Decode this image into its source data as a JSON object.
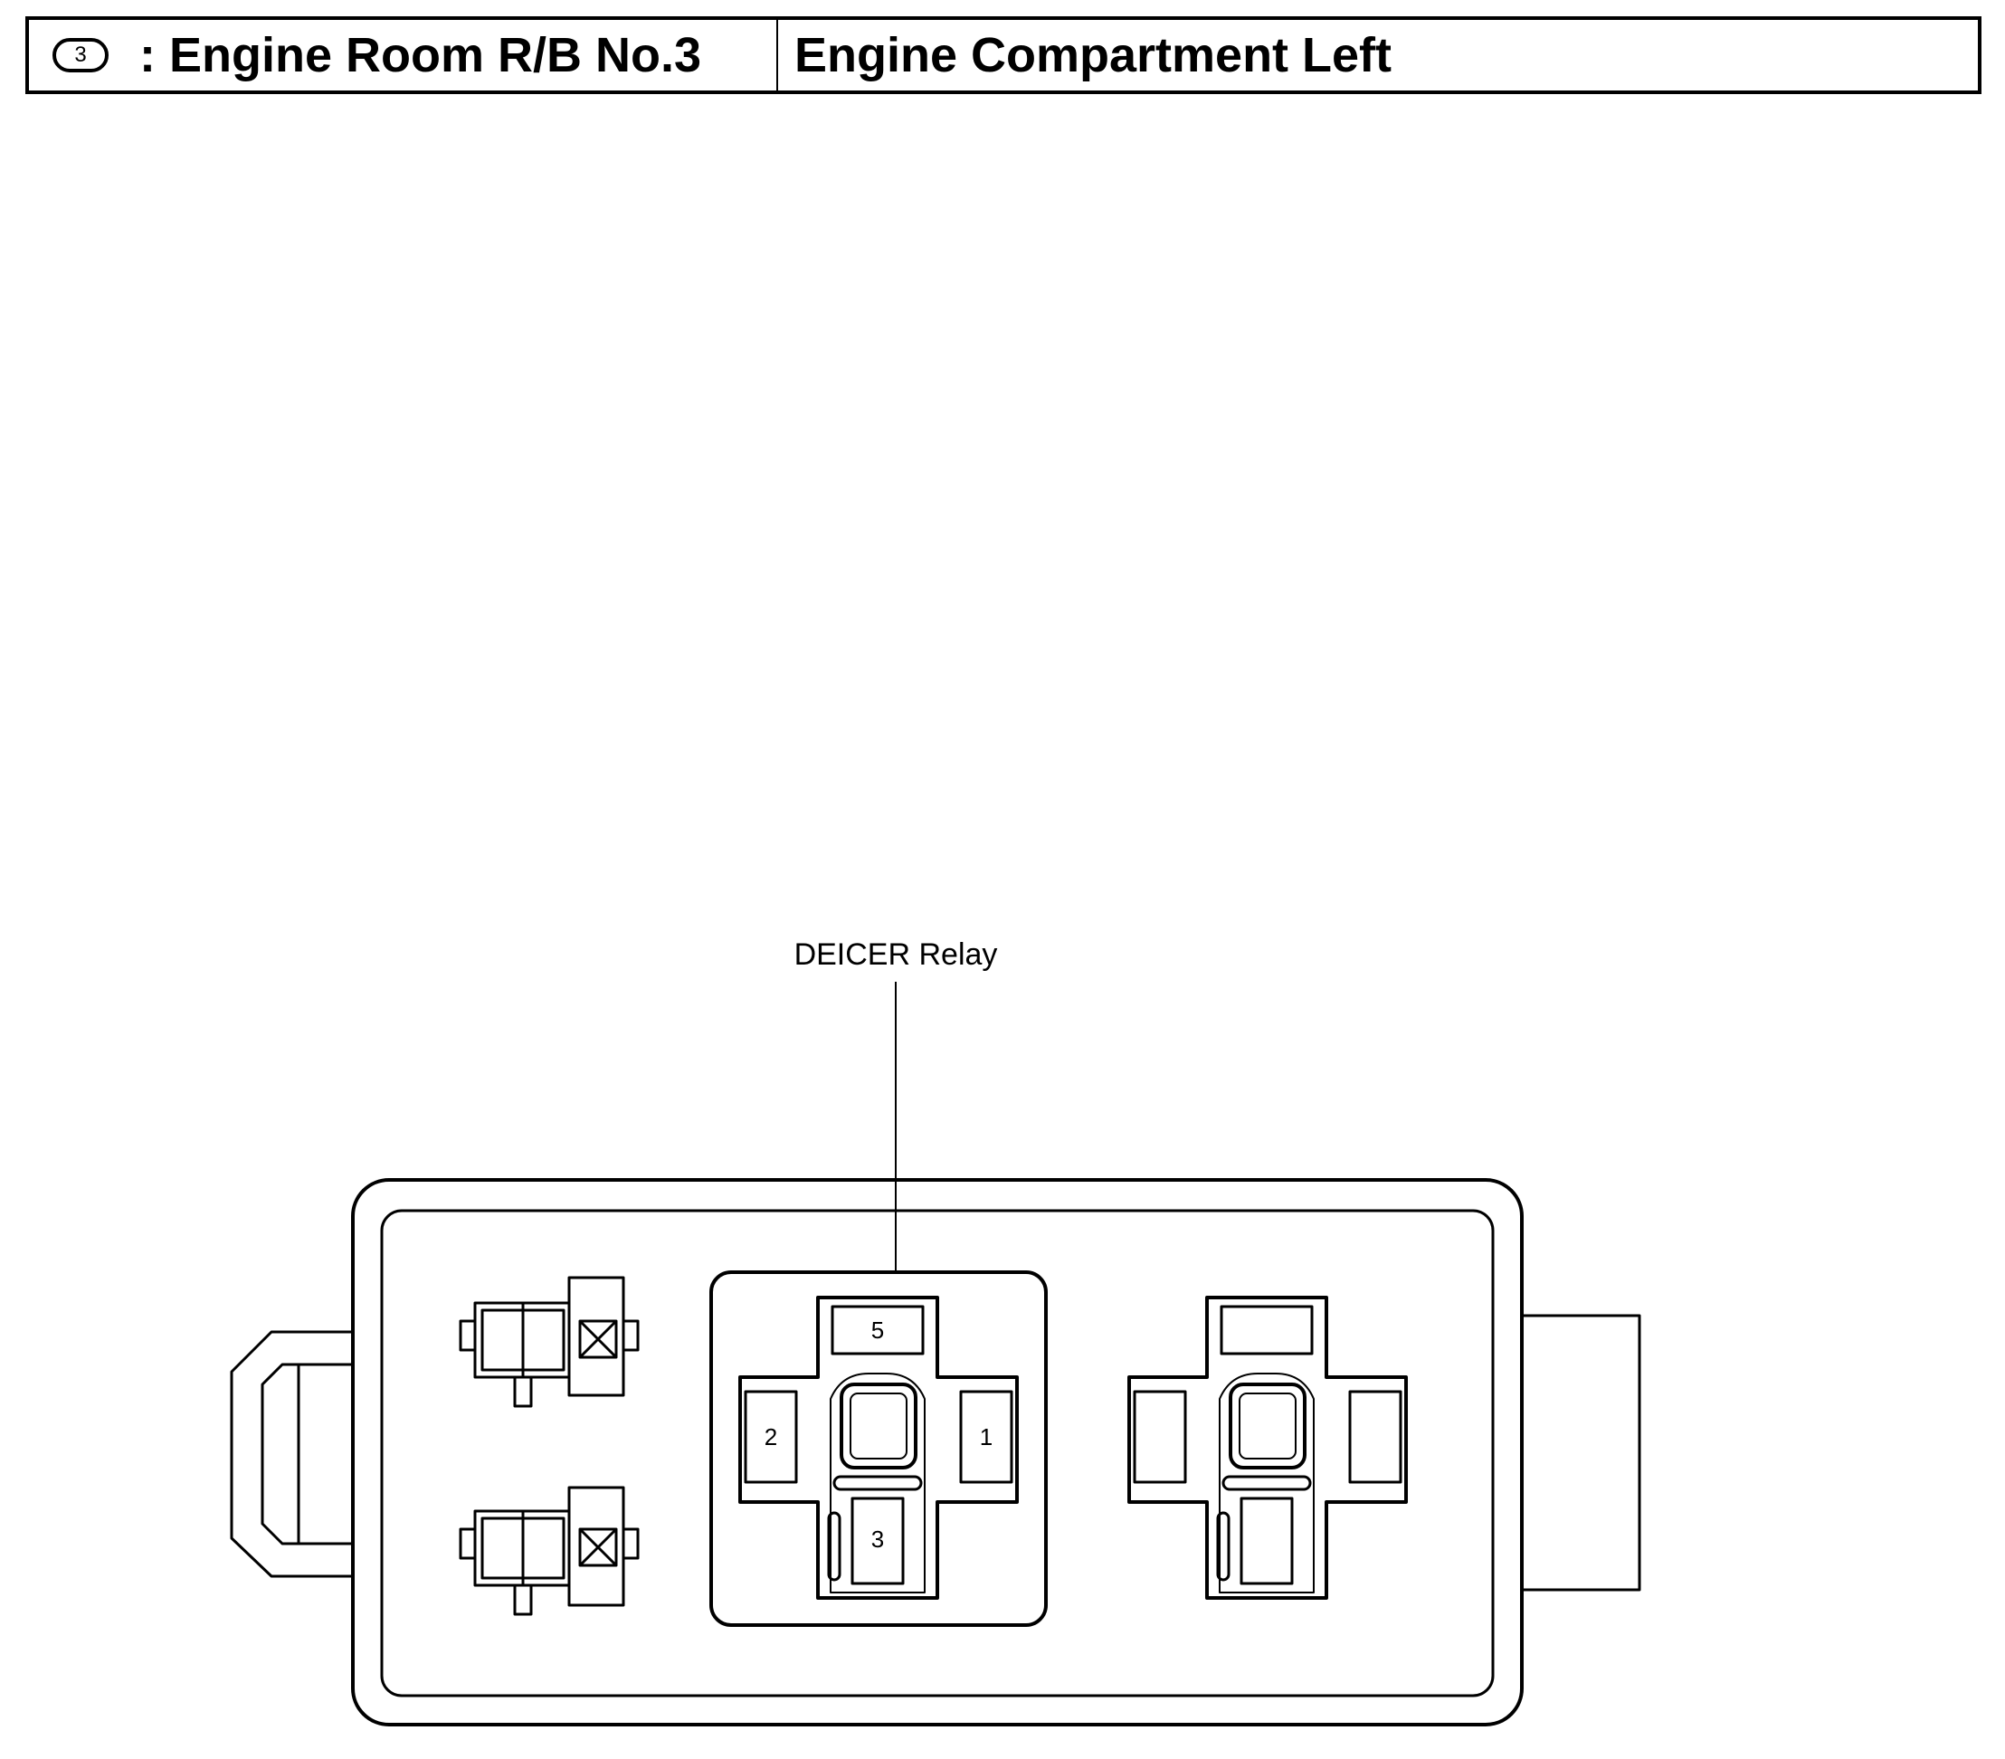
{
  "header": {
    "badge": "3",
    "location_code_text": ": Engine Room R/B No.3",
    "location_description": "Engine Compartment Left"
  },
  "diagram": {
    "callout_label": "DEICER Relay",
    "terminals": {
      "t5": "5",
      "t2": "2",
      "t1": "1",
      "t3": "3"
    }
  },
  "colors": {
    "stroke": "#000000",
    "background": "#ffffff"
  }
}
